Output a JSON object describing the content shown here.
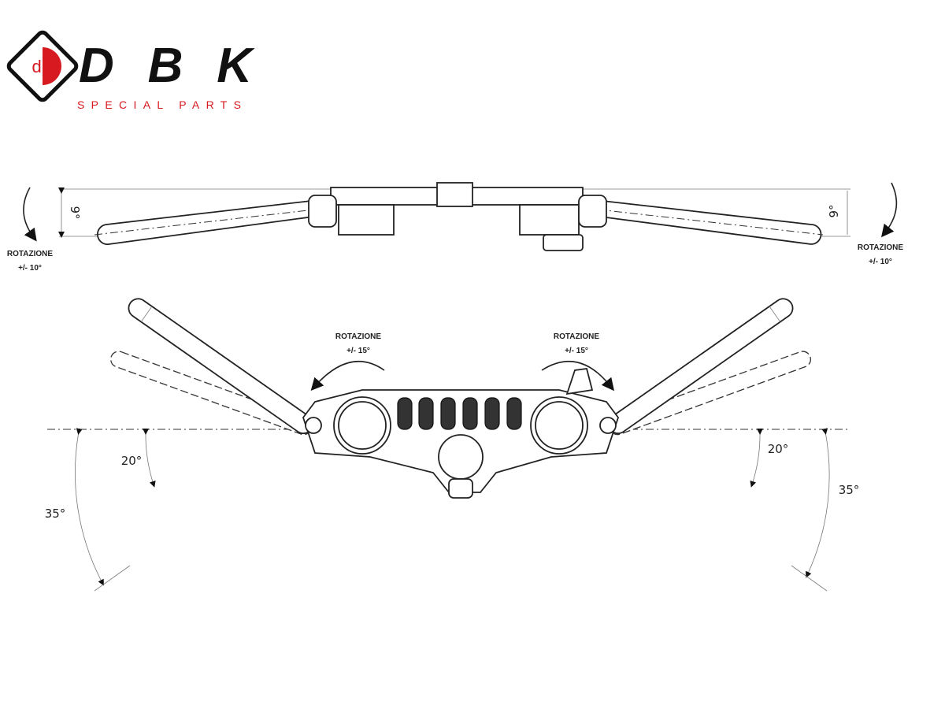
{
  "logo": {
    "brand": "DBK",
    "tagline": "SPECIAL PARTS",
    "colors": {
      "red": "#d71920",
      "black": "#111111"
    }
  },
  "top_view": {
    "left_rotation": {
      "title": "ROTAZIONE",
      "value": "+/- 10°"
    },
    "right_rotation": {
      "title": "ROTAZIONE",
      "value": "+/- 10°"
    },
    "left_angle": "9°",
    "right_angle": "9°"
  },
  "bottom_view": {
    "left_rotation": {
      "title": "ROTAZIONE",
      "value": "+/- 15°"
    },
    "right_rotation": {
      "title": "ROTAZIONE",
      "value": "+/- 15°"
    },
    "left_small_angle": "20°",
    "left_large_angle": "35°",
    "right_small_angle": "20°",
    "right_large_angle": "35°"
  }
}
